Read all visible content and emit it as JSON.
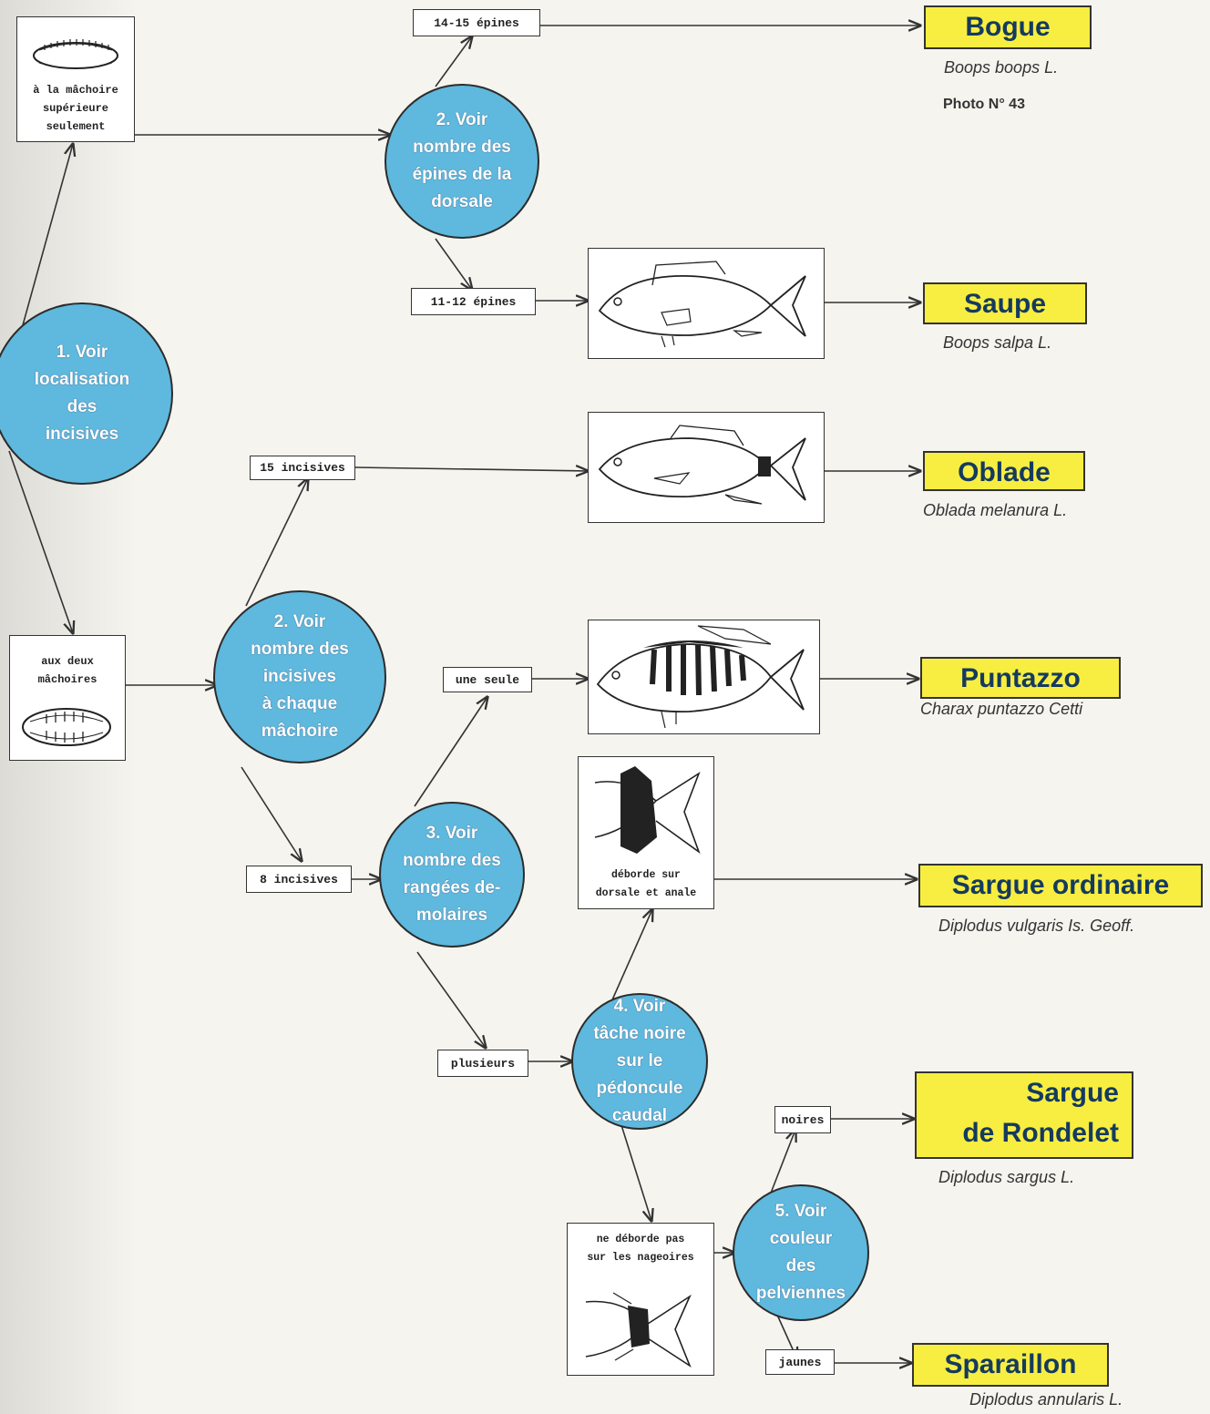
{
  "circles": {
    "c1": "1. Voir\nlocalisation\ndes\nincisives",
    "c2_top": "2. Voir\nnombre des\népines de la\ndorsale",
    "c2_mid": "2. Voir\nnombre des\nincisives\nà chaque\nmâchoire",
    "c3": "3. Voir\nnombre des\nrangées de-\nmolaires",
    "c4": "4. Voir\ntâche noire\nsur le\npédoncule\ncaudal",
    "c5": "5. Voir\ncouleur\ndes\npelviennes"
  },
  "boxes": {
    "upper_jaw": "à la mâchoire\nsupérieure\nseulement",
    "both_jaws": "aux deux\nmâchoires",
    "deborde": "déborde sur\ndorsale et anale",
    "ne_deborde": "ne déborde pas\nsur les nageoires"
  },
  "labels": {
    "l1415": "14-15 épines",
    "l1112": "11-12 épines",
    "l15": "15 incisives",
    "l8": "8 incisives",
    "seule": "une seule",
    "plusieurs": "plusieurs",
    "noires": "noires",
    "jaunes": "jaunes"
  },
  "species": {
    "bogue": {
      "name": "Bogue",
      "latin": "Boops boops L."
    },
    "saupe": {
      "name": "Saupe",
      "latin": "Boops salpa L."
    },
    "oblade": {
      "name": "Oblade",
      "latin": "Oblada melanura L."
    },
    "puntazzo": {
      "name": "Puntazzo",
      "latin": "Charax puntazzo Cetti"
    },
    "sargue_ord": {
      "name": "Sargue ordinaire",
      "latin": "Diplodus vulgaris Is. Geoff."
    },
    "sargue_ron": {
      "name": "Sargue\nde Rondelet",
      "latin": "Diplodus sargus L."
    },
    "sparaillon": {
      "name": "Sparaillon",
      "latin": "Diplodus annularis L."
    }
  },
  "photo_ref": "Photo N° 43",
  "colors": {
    "circle_fill": "#5fb8dd",
    "species_fill": "#f7ee41",
    "species_text": "#153a5f"
  }
}
